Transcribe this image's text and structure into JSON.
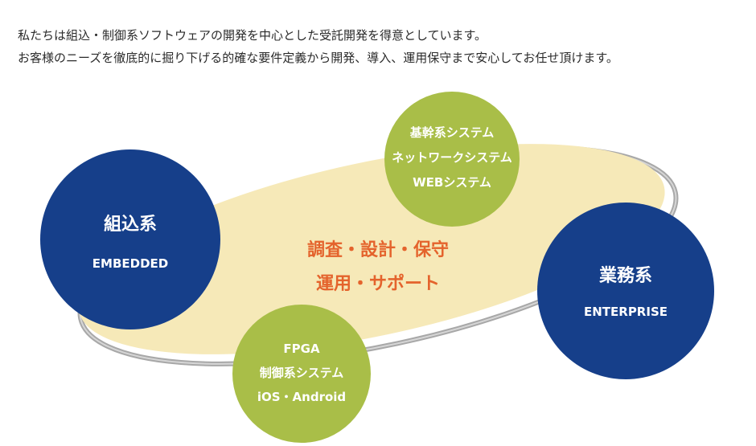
{
  "intro": {
    "line1": "私たちは組込・制御系ソフトウェアの開発を中心とした受託開発を得意としています。",
    "line2": "お客様のニーズを徹底的に掘り下げる的確な要件定義から開発、導入、運用保守まで安心してお任せ頂けます。"
  },
  "center": {
    "line1": "調査・設計・保守",
    "line2": "運用・サポート"
  },
  "embedded": {
    "title": "組込系",
    "subtitle": "EMBEDDED"
  },
  "enterprise": {
    "title": "業務系",
    "subtitle": "ENTERPRISE"
  },
  "systems_top": {
    "items": [
      "基幹系システム",
      "ネットワークシステム",
      "WEBシステム"
    ]
  },
  "systems_bottom": {
    "items": [
      "FPGA",
      "制御系システム",
      "iOS・Android"
    ]
  },
  "colors": {
    "navy": "#163F8A",
    "olive": "#A9BE48",
    "ellipse_fill": "#F6E9B8",
    "ring_gray": "#A8A8A8",
    "center_text": "#E4632C"
  }
}
